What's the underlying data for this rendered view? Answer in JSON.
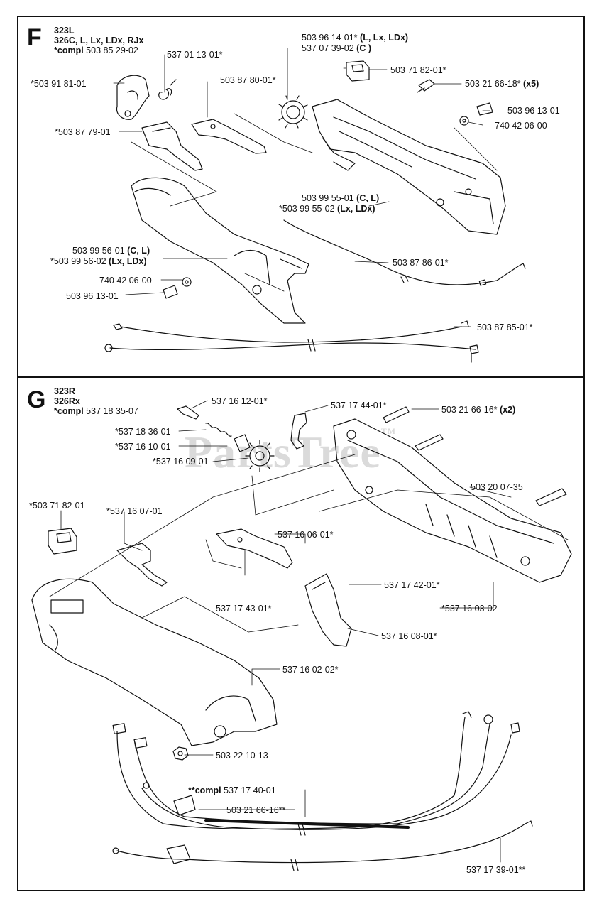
{
  "watermark": "PartsTree",
  "watermark_tm": "TM",
  "section_f": {
    "letter": "F",
    "models_1": "323L",
    "models_2": "326C, L, Lx, LDx, RJx",
    "compl_prefix": "*compl",
    "compl_part": "503 85 29-02",
    "labels": {
      "p537011301": "537 01 13-01*",
      "p503918101": "*503 91 81-01",
      "p503878001": "503 87 80-01*",
      "p503961401": "503 96 14-01*",
      "p503961401_var": "(L, Lx, LDx)",
      "p537073902": "537 07 39-02",
      "p537073902_var": "(C )",
      "p503718201": "503 71 82-01*",
      "p503216618": "503 21 66-18*",
      "p503216618_qty": "(x5)",
      "p503961301a": "503 96 13-01",
      "p740420600a": "740 42 06-00",
      "p503877901": "*503 87 79-01",
      "p503995501": "503 99 55-01",
      "p503995501_var": "(C, L)",
      "p503995502": "*503 99 55-02",
      "p503995502_var": "(Lx, LDx)",
      "p503995601": "503 99 56-01",
      "p503995601_var": "(C, L)",
      "p503995602": "*503 99 56-02",
      "p503995602_var": "(Lx, LDx)",
      "p503878601": "503 87 86-01*",
      "p740420600b": "740 42 06-00",
      "p503961301b": "503 96 13-01",
      "p503878501": "503 87 85-01*"
    }
  },
  "section_g": {
    "letter": "G",
    "models_1": "323R",
    "models_2": "326Rx",
    "compl_prefix": "*compl",
    "compl_part": "537 18 35-07",
    "labels": {
      "p537161201": "537 16 12-01*",
      "p537174401": "537 17 44-01*",
      "p503216616": "503 21 66-16*",
      "p503216616_qty": "(x2)",
      "p537183601": "*537 18 36-01",
      "p537161001": "*537 16 10-01",
      "p537160901": "*537 16 09-01",
      "p503200735": "503 20 07-35",
      "p503718201": "*503 71 82-01",
      "p537160701": "*537 16 07-01",
      "p537160601": "537 16 06-01*",
      "p537174201": "537 17 42-01*",
      "p537174301": "537 17 43-01*",
      "p537160302": "*537 16 03-02",
      "p537160801": "537 16 08-01*",
      "p537160202": "537 16 02-02*",
      "p503221013": "503 22 10-13",
      "p537174001_prefix": "**compl",
      "p537174001": "537 17 40-01",
      "p503216616b": "503 21 66-16**",
      "p537173901": "537 17 39-01**"
    }
  }
}
